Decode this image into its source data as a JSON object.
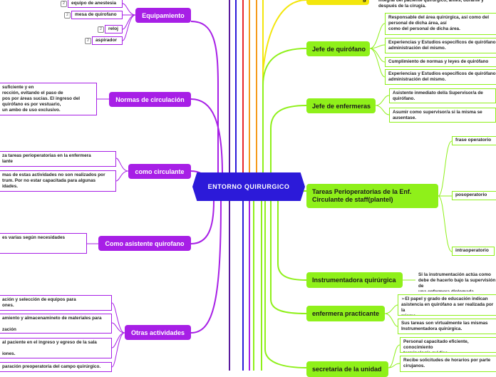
{
  "center": "ENTORNO QUIRURGICO",
  "left_branches": {
    "equipamiento": "Equipamiento",
    "normas": "Normas de circulación",
    "circulante": "como circulante",
    "asistente": "Como asistente quirofano",
    "otras": "Otras actividades"
  },
  "equipamiento_items": [
    {
      "label": "equipo de anestesia",
      "badge": "2"
    },
    {
      "label": "mesa de quirofano",
      "badge": "2"
    },
    {
      "label": "reloj",
      "badge": "2"
    },
    {
      "label": "aspirador",
      "badge": "2"
    }
  ],
  "left_notes": {
    "normas": "suficiente y en\nrección, evitando el paso de\npos por áreas sucias. El ingreso del\nquirófano es por vestuario,\nun ambo de uso exclusivo.",
    "circ_1": "za tareas perioperatorias en la enfermera\nlante",
    "circ_2": "mas de estas actividades no son realizados por\ntrum. Por no estar capacitada para algunas\nidades.",
    "asistente": "es varias según necesidades",
    "otras_1": "ación y selección de equipos para\nones.",
    "otras_2": "amiento y almacenamineto de materiales para\n\nzación",
    "otras_3": "al paciente en el ingreso y egreso de la sala\n\niones.",
    "otras_4": "paración preoperatoria del campo quirúrgico."
  },
  "right_branches": {
    "jefe_quirofano": "Jefe de quirófano",
    "jefe_enfermeras": "Jefe de enfermeras",
    "tareas": "Tareas Perioperatorias de la Enf.\nCirculante de staff(plantel)",
    "instrumentadora": "Instrumentadora  quirúrgica",
    "practicante": "enfermera practicante",
    "secretaria": "secretaria de la unidad",
    "top_partial": "g"
  },
  "right_notes": {
    "top": "integral del paciente quirúrgico, antes, durante y\ndespués de la cirugía.",
    "jq_1": "Responsable del área quirúrgica, así como del\npersonal de dicha área, así\n como del personal de dicha área.",
    "jq_2": "Experiencias y Estudios específicos de quirófano\nadministración del mismo.",
    "jq_3": "Cumplimiento de normas y leyes de quirófano",
    "jq_4": "Experiencias y Estudios específicos de quirófano\nadministración del mismo.",
    "je_1": "Asistente inmediato del/a Supervisor/a de\nquirófano.",
    "je_2": "Asumir como supervisor/a si la misma se\nausentase.",
    "inst_1": "Si la instrumentación actúa como\ndebe de hacerlo bajo la supervisión de\nuna enfermera diplomada.",
    "prac_1": "➢El papel y grado de educación indican\nasistencia en quirófano a ser realizada por la\nmisma.",
    "prac_2": "Sus tareas son virtualmente las mismas\nInstrumentadora quirúrgica.",
    "sec_1": "Personal capacitado eficiente, conocimiento\nterminología médica.",
    "sec_2": "Recibe solicitudes de horarios por parte\ncirujanos."
  },
  "tareas_items": [
    "frase operatorio",
    "posoperatorio",
    "intraoperatorio"
  ],
  "colors": {
    "center": "#2c1ad9",
    "purple": "#a71fe6",
    "green": "#8ff01a",
    "yellow": "#f3e60c",
    "orange": "#f59a1a",
    "red": "#e8262a",
    "blue": "#2c1ad9",
    "dark_purple": "#5a1a9e"
  }
}
